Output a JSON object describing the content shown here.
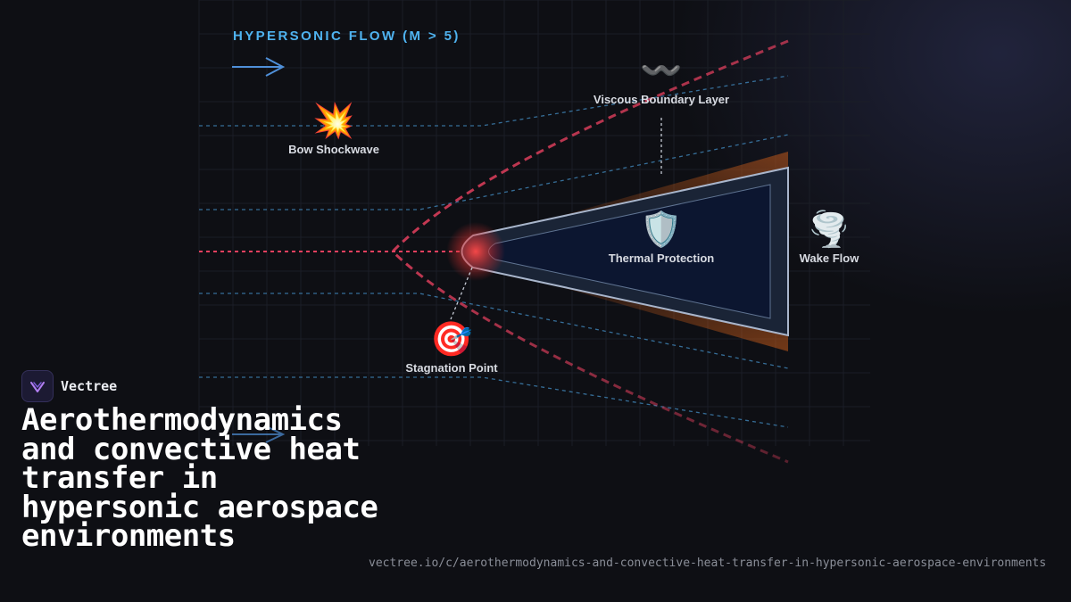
{
  "flow_title": "HYPERSONIC FLOW (M > 5)",
  "nodes": {
    "bow_shockwave": {
      "icon": "explosion-icon",
      "glyph": "💥",
      "label": "Bow Shockwave"
    },
    "viscous_boundary_layer": {
      "icon": "wave-icon",
      "glyph": "〰️",
      "label": "Viscous Boundary Layer"
    },
    "thermal_protection": {
      "icon": "shield-icon",
      "glyph": "🛡️",
      "label": "Thermal Protection"
    },
    "wake_flow": {
      "icon": "tornado-icon",
      "glyph": "🌪️",
      "label": "Wake Flow"
    },
    "stagnation_point": {
      "icon": "target-icon",
      "glyph": "🎯",
      "label": "Stagnation Point"
    }
  },
  "brand": {
    "name": "Vectree",
    "icon": "vectree-logo-icon"
  },
  "title": "Aerothermodynamics and convective heat transfer in hypersonic aerospace environments",
  "url": "vectree.io/c/aerothermodynamics-and-convective-heat-transfer-in-hypersonic-aerospace-environments",
  "colors": {
    "background": "#0e0f14",
    "accent_blue": "#4fb3f0",
    "shock_red": "#e8405f",
    "heat_orange": "#c45a1a",
    "body_fill": "#0f1830",
    "body_stroke": "#a9b6cc"
  }
}
